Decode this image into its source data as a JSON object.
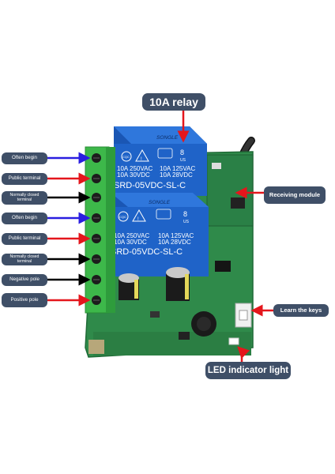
{
  "title_label": "10A relay",
  "left_labels": [
    "Often begin",
    "Public terminal",
    "Normally closed terminal",
    "Often begin",
    "Public terminal",
    "Normally closed terminal",
    "Negative pole",
    "Positive pole"
  ],
  "right_labels": {
    "receiving_module": "Receiving module",
    "learn_keys": "Learn the keys",
    "led_indicator": "LED indicator light"
  },
  "relays": [
    {
      "brand": "SONGLE",
      "cert": "CQC",
      "ratings": [
        "10A 250VAC",
        "10A 30VDC",
        "10A 125VAC",
        "10A 28VDC"
      ],
      "model": "SRD-05VDC-SL-C",
      "us": "US"
    },
    {
      "brand": "SONGLE",
      "cert": "CQC",
      "ratings": [
        "10A 250VAC",
        "10A 30VDC",
        "10A 125VAC",
        "10A 28VDC"
      ],
      "model": "SRD-05VDC-SL-C",
      "us": "US"
    }
  ],
  "colors": {
    "pcb": "#2f8a4a",
    "terminal_block": "#3db84a",
    "relay": "#1f63c8",
    "label_bg": "#3f4f67",
    "arrow_red": "#e4161c",
    "arrow_blue": "#2a1ee0",
    "arrow_black": "#000000"
  }
}
